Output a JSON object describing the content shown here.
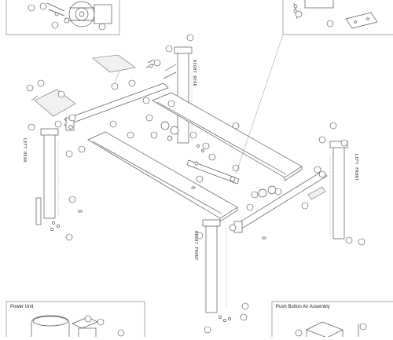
{
  "captions": {
    "power_unit": "Power Unit",
    "air_assembly": "Push Button Air Assembly"
  },
  "post_labels": {
    "left_front": "LEFT FRONT",
    "left_rear": "LEFT REAR",
    "right_front": "RIGHT FRONT",
    "right_rear": "RIGHT REAR"
  },
  "colors": {
    "line": "#555555",
    "background": "#ffffff"
  }
}
